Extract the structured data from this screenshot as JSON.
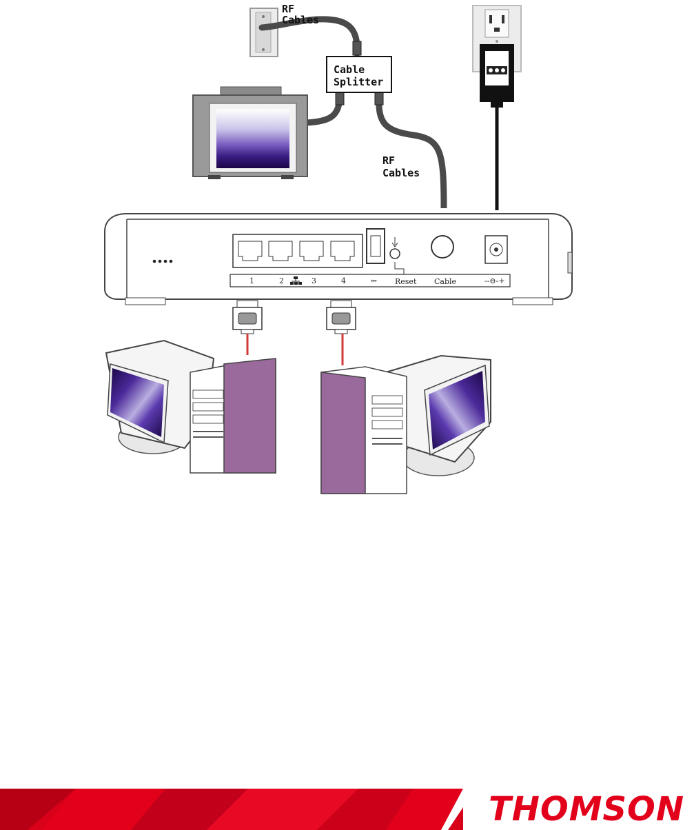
{
  "labels": {
    "rf_cables_top": [
      "RF",
      "Cables"
    ],
    "splitter": [
      "Cable",
      "Splitter"
    ],
    "rf_cables_mid": [
      "RF",
      "Cables"
    ]
  },
  "router": {
    "ports": [
      "1",
      "2",
      "3",
      "4"
    ],
    "usb_symbol": "⇜",
    "reset": "Reset",
    "cable": "Cable",
    "power_symbol": "--⊖-+"
  },
  "brand": {
    "name": "THOMSON",
    "color": "#e3001b"
  },
  "colors": {
    "cable": "#4a4a4a",
    "tower_purple": "#9a6a9c",
    "screen_dark": "#2a0b5c",
    "ethernet": "#d23a3a"
  }
}
